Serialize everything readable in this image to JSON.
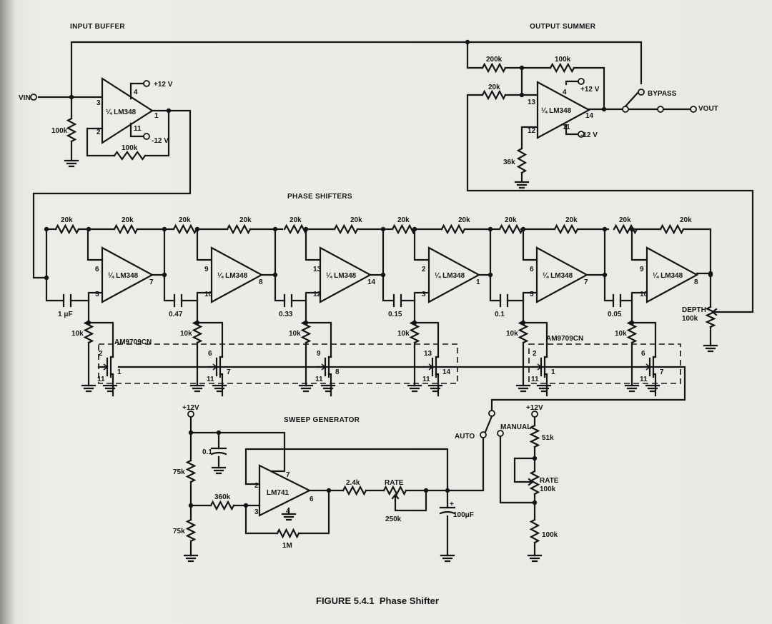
{
  "sections": {
    "input_buffer": "INPUT BUFFER",
    "output_summer": "OUTPUT SUMMER",
    "phase_shifters": "PHASE SHIFTERS",
    "sweep_generator": "SWEEP GENERATOR"
  },
  "caption": "FIGURE 5.4.1  Phase Shifter",
  "input_buffer": {
    "vin": "VIN",
    "opamp": "¼ LM348",
    "pins": [
      "3",
      "2",
      "4",
      "11",
      "1"
    ],
    "v_pos": "+12 V",
    "v_neg": "-12 V",
    "r_in": "100k",
    "r_fb": "100k"
  },
  "output_summer": {
    "opamp": "¼ LM348",
    "pins": [
      "13",
      "12",
      "4",
      "11",
      "14"
    ],
    "r_top": "200k",
    "r_fb": "100k",
    "r_in": "20k",
    "r_gnd": "36k",
    "v_pos": "+12 V",
    "v_neg": "-12 V",
    "bypass": "BYPASS",
    "vout": "VOUT"
  },
  "stages": [
    {
      "opamp": "¼ LM348",
      "pin_neg": "6",
      "pin_pos": "5",
      "pin_out": "7",
      "r_in": "20k",
      "r_fb": "20k",
      "cap": "1 μF",
      "r_gnd": "10k",
      "fet_d": "2",
      "fet_g": "1",
      "fet_s": "11"
    },
    {
      "opamp": "¼ LM348",
      "pin_neg": "9",
      "pin_pos": "10",
      "pin_out": "8",
      "r_in": "20k",
      "r_fb": "20k",
      "cap": "0.47",
      "r_gnd": "10k",
      "fet_d": "6",
      "fet_g": "7",
      "fet_s": "11"
    },
    {
      "opamp": "¼ LM348",
      "pin_neg": "13",
      "pin_pos": "12",
      "pin_out": "14",
      "r_in": "20k",
      "r_fb": "20k",
      "cap": "0.33",
      "r_gnd": "10k",
      "fet_d": "9",
      "fet_g": "8",
      "fet_s": "11"
    },
    {
      "opamp": "¼ LM348",
      "pin_neg": "2",
      "pin_pos": "3",
      "pin_out": "1",
      "r_in": "20k",
      "r_fb": "20k",
      "cap": "0.15",
      "r_gnd": "10k",
      "fet_d": "13",
      "fet_g": "14",
      "fet_s": "11"
    },
    {
      "opamp": "¼ LM348",
      "pin_neg": "6",
      "pin_pos": "5",
      "pin_out": "7",
      "r_in": "20k",
      "r_fb": "20k",
      "cap": "0.1",
      "r_gnd": "10k",
      "fet_d": "2",
      "fet_g": "1",
      "fet_s": "11"
    },
    {
      "opamp": "¼ LM348",
      "pin_neg": "9",
      "pin_pos": "10",
      "pin_out": "8",
      "r_in": "20k",
      "r_fb": "20k",
      "cap": "0.05",
      "r_gnd": "10k",
      "fet_d": "6",
      "fet_g": "7",
      "fet_s": "11"
    }
  ],
  "fet_chips": [
    "AM9709CN",
    "AM9709CN"
  ],
  "depth": {
    "label": "DEPTH",
    "value": "100k"
  },
  "sweep": {
    "opamp": "LM741",
    "pins": [
      "2",
      "3",
      "7",
      "4",
      "6"
    ],
    "v_pos": "+12V",
    "cap": "0.1",
    "r_top": "75k",
    "r_bot": "75k",
    "r_in": "360k",
    "r_fb": "1M",
    "r_out": "2.4k",
    "rate_label": "RATE",
    "rate_value": "250k",
    "cap_out": "100μF",
    "auto": "AUTO"
  },
  "manual": {
    "label": "MANUAL",
    "v_pos": "+12V",
    "r_top": "51k",
    "rate_label": "RATE",
    "rate_value": "100k",
    "r_bot": "100k"
  }
}
